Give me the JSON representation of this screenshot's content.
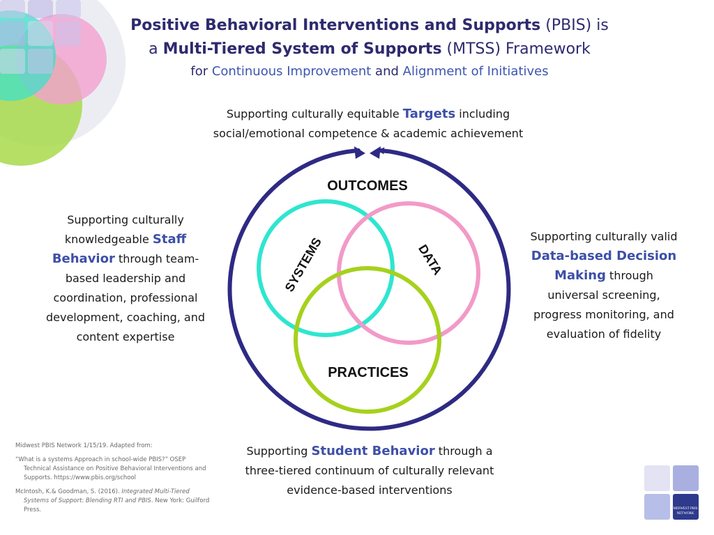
{
  "title": {
    "line1_bold": "Positive Behavioral Interventions and Supports",
    "line1_plain": " (PBIS) is",
    "line2_plain_a": "a ",
    "line2_bold": "Multi-Tiered System of Supports",
    "line2_plain_b": " (MTSS) Framework",
    "line3_plain_a": "for ",
    "line3_accent_a": "Continuous Improvement",
    "line3_plain_b": " and ",
    "line3_accent_b": "Alignment of Initiatives"
  },
  "targets": {
    "pre": "Supporting culturally equitable ",
    "keyword": "Targets",
    "post": " including",
    "line2": "social/emotional competence & academic achievement"
  },
  "staff": {
    "pre": "Supporting culturally knowledgeable ",
    "keyword": "Staff Behavior",
    "post": " through team-based leadership and coordination, professional development, coaching, and content expertise"
  },
  "data_text": {
    "pre": "Supporting culturally valid ",
    "keyword": "Data-based Decision Making",
    "post": " through universal screening, progress monitoring, and evaluation of fidelity"
  },
  "student": {
    "pre": "Supporting ",
    "keyword": "Student Behavior",
    "post": " through a three-tiered continuum of culturally relevant evidence-based interventions"
  },
  "diagram": {
    "outcomes": "OUTCOMES",
    "systems": "SYSTEMS",
    "data": "DATA",
    "practices": "PRACTICES",
    "colors": {
      "outer_circle": "#2e2a84",
      "systems": "#2ee6cf",
      "data": "#f29ac8",
      "practices": "#a6d11c"
    }
  },
  "references": {
    "ref1": "Midwest PBIS Network 1/15/19. Adapted from:",
    "ref2": "“What is a systems Approach in school-wide PBIS?” OSEP Technical Assistance on Positive Behavioral Interventions and Supports. https://www.pbis.org/school",
    "ref3_pre": "McIntosh, K.& Goodman, S. (2016). ",
    "ref3_italic": "Integrated Multi-Tiered Systems of Support: Blending RTI and PBIS",
    "ref3_post": ". New York: Guilford Press."
  },
  "logo": {
    "text": "MIDWEST PBIS NETWORK",
    "icon": "midwest-pbis-network-logo"
  }
}
